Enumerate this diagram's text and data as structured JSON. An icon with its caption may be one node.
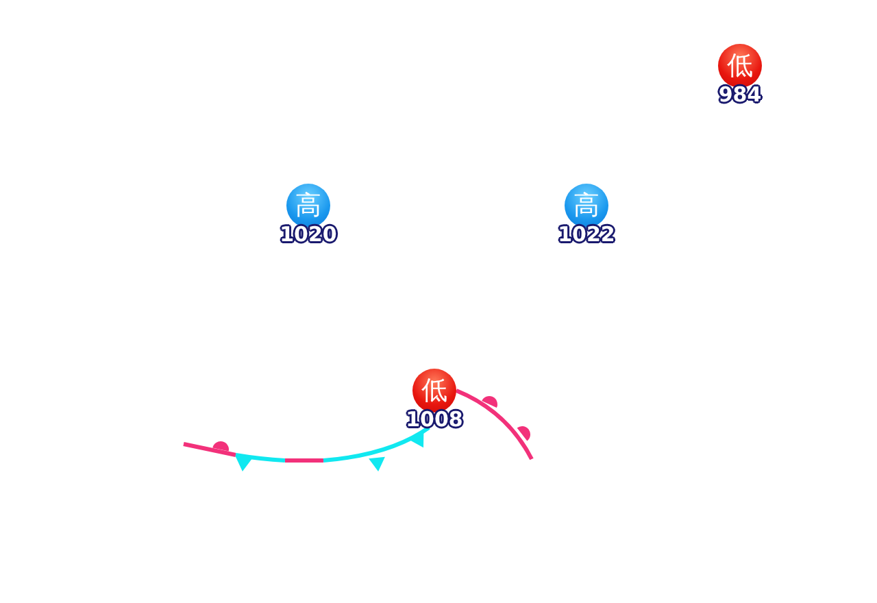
{
  "diagram": {
    "nodes": [
      {
        "text": [
          "低"
        ],
        "beside": [
          "984"
        ]
      },
      {
        "text": [
          "高"
        ],
        "beside": [
          "1020"
        ]
      },
      {
        "text": [
          "高"
        ],
        "beside": [
          "1022"
        ]
      },
      {
        "text": [
          "低"
        ],
        "beside": [
          "1008"
        ]
      }
    ]
  }
}
